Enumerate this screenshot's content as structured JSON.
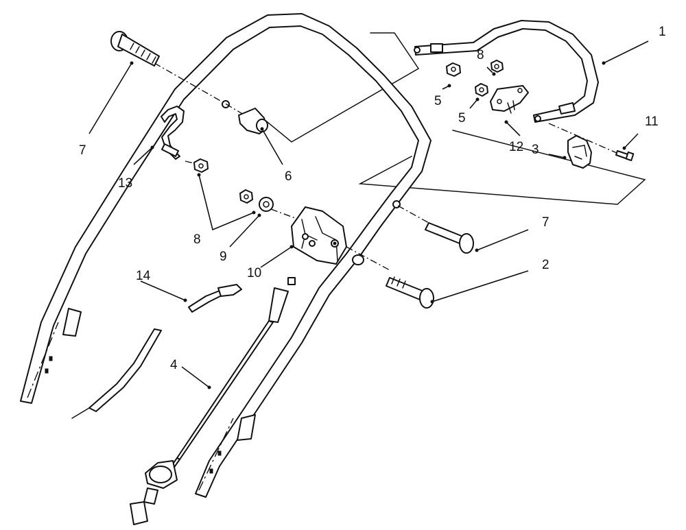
{
  "diagram": {
    "callouts": {
      "c1": "1",
      "c2": "2",
      "c3": "3",
      "c4": "4",
      "c5a": "5",
      "c5b": "5",
      "c6": "6",
      "c7a": "7",
      "c7b": "7",
      "c8a": "8",
      "c8b": "8",
      "c9": "9",
      "c10": "10",
      "c11": "11",
      "c12": "12",
      "c13": "13",
      "c14": "14"
    }
  }
}
